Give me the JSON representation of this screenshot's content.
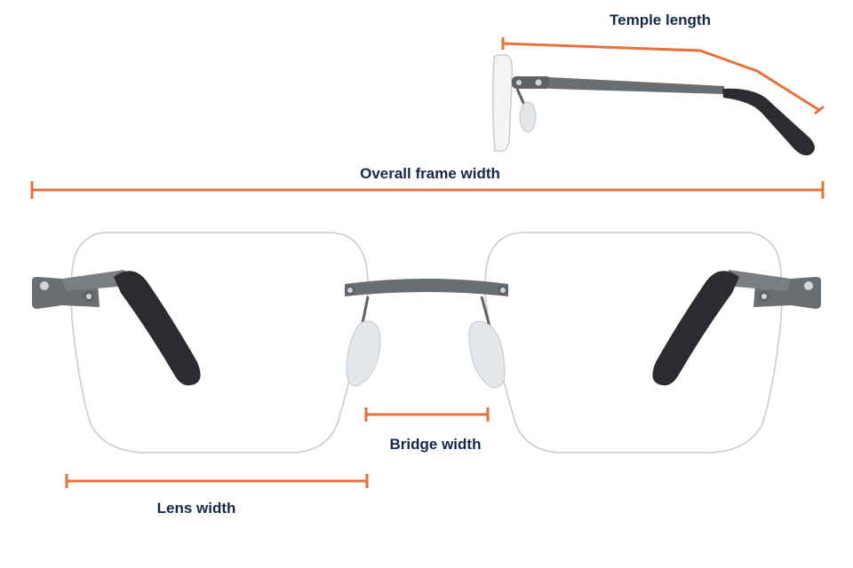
{
  "labels": {
    "temple_length": "Temple length",
    "overall_frame_width": "Overall frame width",
    "bridge_width": "Bridge width",
    "lens_width": "Lens width"
  },
  "colors": {
    "measure_line": "#E8703A",
    "label_text": "#16284A",
    "metal": "#5E6166",
    "temple_tip": "#2A2C2F",
    "lens_outline": "#C9CCD0",
    "nose_pad": "#E4E7EA"
  }
}
